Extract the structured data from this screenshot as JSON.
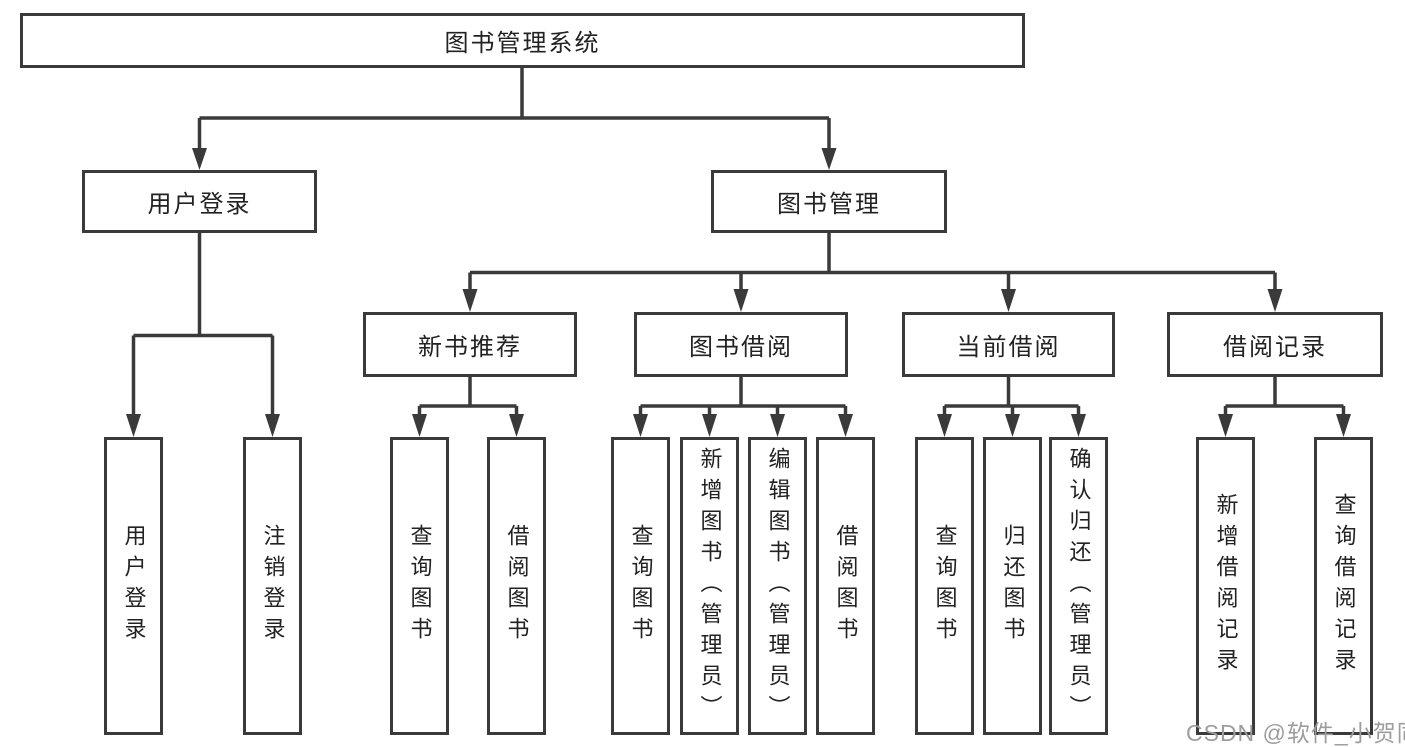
{
  "tree": {
    "root": {
      "label": "图书管理系统",
      "children": [
        {
          "label": "用户登录",
          "children": [
            {
              "label": "用户登录"
            },
            {
              "label": "注销登录"
            }
          ]
        },
        {
          "label": "图书管理",
          "children": [
            {
              "label": "新书推荐",
              "children": [
                {
                  "label": "查询图书"
                },
                {
                  "label": "借阅图书"
                }
              ]
            },
            {
              "label": "图书借阅",
              "children": [
                {
                  "label": "查询图书"
                },
                {
                  "label": "新增图书（管理员）"
                },
                {
                  "label": "编辑图书（管理员）"
                },
                {
                  "label": "借阅图书"
                }
              ]
            },
            {
              "label": "当前借阅",
              "children": [
                {
                  "label": "查询图书"
                },
                {
                  "label": "归还图书"
                },
                {
                  "label": "确认归还（管理员）"
                }
              ]
            },
            {
              "label": "借阅记录",
              "children": [
                {
                  "label": "新增借阅记录"
                },
                {
                  "label": "查询借阅记录"
                }
              ]
            }
          ]
        }
      ]
    }
  },
  "watermark": "CSDN @软件_小贺同学",
  "colors": {
    "line": "#3a3a3a",
    "text": "#222222",
    "watermark": "#9d9d9d",
    "background": "#ffffff"
  }
}
